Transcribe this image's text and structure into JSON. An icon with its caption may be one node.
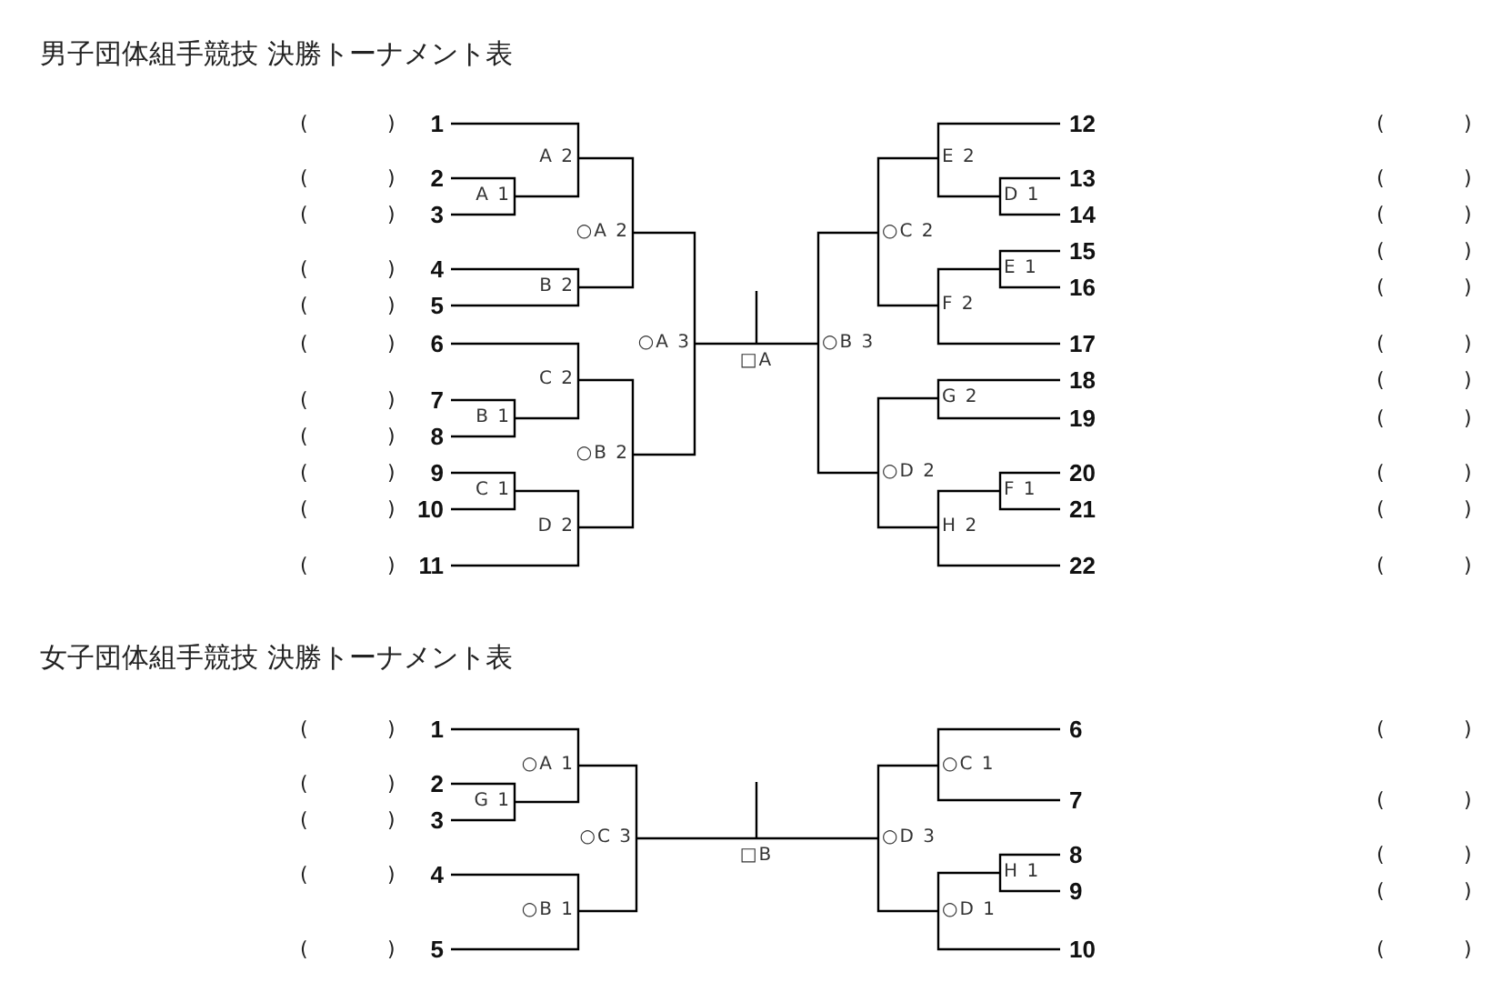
{
  "diagram": {
    "nodes": [
      {
        "text": [
          "1"
        ]
      },
      {
        "text": [
          "2"
        ]
      },
      {
        "text": [
          "3"
        ]
      },
      {
        "text": [
          "4"
        ]
      },
      {
        "text": [
          "5"
        ]
      },
      {
        "text": [
          "6"
        ]
      },
      {
        "text": [
          "7"
        ]
      },
      {
        "text": [
          "8"
        ]
      },
      {
        "text": [
          "9"
        ]
      },
      {
        "text": [
          "10"
        ]
      },
      {
        "text": [
          "11"
        ]
      },
      {
        "text": [
          "A 1"
        ]
      },
      {
        "text": [
          "A 2"
        ]
      },
      {
        "text": [
          "B 2"
        ]
      },
      {
        "text": [
          "○A 2"
        ]
      },
      {
        "text": [
          "B 1"
        ]
      },
      {
        "text": [
          "C 2"
        ]
      },
      {
        "text": [
          "C 1"
        ]
      },
      {
        "text": [
          "D 2"
        ]
      },
      {
        "text": [
          "○B 2"
        ]
      },
      {
        "text": [
          "○A 3"
        ]
      },
      {
        "text": [
          "□A"
        ]
      },
      {
        "text": [
          "○B 3"
        ]
      },
      {
        "text": [
          "○C 2"
        ]
      },
      {
        "text": [
          "E 2"
        ]
      },
      {
        "text": [
          "D 1"
        ]
      },
      {
        "text": [
          "E 1"
        ]
      },
      {
        "text": [
          "F 2"
        ]
      },
      {
        "text": [
          "○D 2"
        ]
      },
      {
        "text": [
          "G 2"
        ]
      },
      {
        "text": [
          "F 1"
        ]
      },
      {
        "text": [
          "H 2"
        ]
      },
      {
        "text": [
          "12"
        ]
      },
      {
        "text": [
          "13"
        ]
      },
      {
        "text": [
          "14"
        ]
      },
      {
        "text": [
          "15"
        ]
      },
      {
        "text": [
          "16"
        ]
      },
      {
        "text": [
          "17"
        ]
      },
      {
        "text": [
          "18"
        ]
      },
      {
        "text": [
          "19"
        ]
      },
      {
        "text": [
          "20"
        ]
      },
      {
        "text": [
          "21"
        ]
      },
      {
        "text": [
          "22"
        ]
      },
      {
        "text": [
          "1"
        ]
      },
      {
        "text": [
          "2"
        ]
      },
      {
        "text": [
          "3"
        ]
      },
      {
        "text": [
          "4"
        ]
      },
      {
        "text": [
          "5"
        ]
      },
      {
        "text": [
          "G 1"
        ]
      },
      {
        "text": [
          "○A 1"
        ]
      },
      {
        "text": [
          "○B 1"
        ]
      },
      {
        "text": [
          "○C 3"
        ]
      },
      {
        "text": [
          "□B"
        ]
      },
      {
        "text": [
          "○D 3"
        ]
      },
      {
        "text": [
          "○C 1"
        ]
      },
      {
        "text": [
          "H 1"
        ]
      },
      {
        "text": [
          "○D 1"
        ]
      },
      {
        "text": [
          "6"
        ]
      },
      {
        "text": [
          "7"
        ]
      },
      {
        "text": [
          "8"
        ]
      },
      {
        "text": [
          "9"
        ]
      },
      {
        "text": [
          "10"
        ]
      }
    ],
    "edges": [
      {
        "from": 0,
        "to": 12,
        "arrow": "none"
      },
      {
        "from": 1,
        "to": 11,
        "arrow": "none"
      },
      {
        "from": 2,
        "to": 11,
        "arrow": "none"
      },
      {
        "from": 11,
        "to": 12,
        "arrow": "none"
      },
      {
        "from": 12,
        "to": 14,
        "arrow": "none"
      },
      {
        "from": 3,
        "to": 13,
        "arrow": "none"
      },
      {
        "from": 4,
        "to": 13,
        "arrow": "none"
      },
      {
        "from": 13,
        "to": 14,
        "arrow": "none"
      },
      {
        "from": 14,
        "to": 20,
        "arrow": "none"
      },
      {
        "from": 5,
        "to": 16,
        "arrow": "none"
      },
      {
        "from": 6,
        "to": 15,
        "arrow": "none"
      },
      {
        "from": 7,
        "to": 15,
        "arrow": "none"
      },
      {
        "from": 15,
        "to": 16,
        "arrow": "none"
      },
      {
        "from": 16,
        "to": 19,
        "arrow": "none"
      },
      {
        "from": 8,
        "to": 17,
        "arrow": "none"
      },
      {
        "from": 9,
        "to": 17,
        "arrow": "none"
      },
      {
        "from": 17,
        "to": 18,
        "arrow": "none"
      },
      {
        "from": 10,
        "to": 18,
        "arrow": "none"
      },
      {
        "from": 18,
        "to": 19,
        "arrow": "none"
      },
      {
        "from": 19,
        "to": 20,
        "arrow": "none"
      },
      {
        "from": 20,
        "to": 21,
        "arrow": "none"
      },
      {
        "from": null,
        "to": 21,
        "arrow": "none"
      },
      {
        "from": 22,
        "to": 21,
        "arrow": "none"
      },
      {
        "from": 23,
        "to": 22,
        "arrow": "none"
      },
      {
        "from": 28,
        "to": 22,
        "arrow": "none"
      },
      {
        "from": 24,
        "to": 23,
        "arrow": "none"
      },
      {
        "from": 27,
        "to": 23,
        "arrow": "none"
      },
      {
        "from": 32,
        "to": 24,
        "arrow": "none"
      },
      {
        "from": 25,
        "to": 24,
        "arrow": "none"
      },
      {
        "from": 33,
        "to": 25,
        "arrow": "none"
      },
      {
        "from": 34,
        "to": 25,
        "arrow": "none"
      },
      {
        "from": 35,
        "to": 26,
        "arrow": "none"
      },
      {
        "from": 36,
        "to": 26,
        "arrow": "none"
      },
      {
        "from": 26,
        "to": 27,
        "arrow": "none"
      },
      {
        "from": 37,
        "to": 27,
        "arrow": "none"
      },
      {
        "from": 29,
        "to": 28,
        "arrow": "none"
      },
      {
        "from": 31,
        "to": 28,
        "arrow": "none"
      },
      {
        "from": 38,
        "to": 29,
        "arrow": "none"
      },
      {
        "from": 39,
        "to": 29,
        "arrow": "none"
      },
      {
        "from": 40,
        "to": 30,
        "arrow": "none"
      },
      {
        "from": 41,
        "to": 30,
        "arrow": "none"
      },
      {
        "from": 30,
        "to": 31,
        "arrow": "none"
      },
      {
        "from": 42,
        "to": 31,
        "arrow": "none"
      },
      {
        "from": 43,
        "to": 49,
        "arrow": "none"
      },
      {
        "from": 44,
        "to": 48,
        "arrow": "none"
      },
      {
        "from": 45,
        "to": 48,
        "arrow": "none"
      },
      {
        "from": 48,
        "to": 49,
        "arrow": "none"
      },
      {
        "from": 49,
        "to": 51,
        "arrow": "none"
      },
      {
        "from": 46,
        "to": 50,
        "arrow": "none"
      },
      {
        "from": 47,
        "to": 50,
        "arrow": "none"
      },
      {
        "from": 50,
        "to": 51,
        "arrow": "none"
      },
      {
        "from": 51,
        "to": 52,
        "arrow": "none"
      },
      {
        "from": null,
        "to": 52,
        "arrow": "none"
      },
      {
        "from": 53,
        "to": 52,
        "arrow": "none"
      },
      {
        "from": 54,
        "to": 53,
        "arrow": "none"
      },
      {
        "from": 56,
        "to": 53,
        "arrow": "none"
      },
      {
        "from": 57,
        "to": 54,
        "arrow": "none"
      },
      {
        "from": 58,
        "to": 54,
        "arrow": "none"
      },
      {
        "from": 59,
        "to": 55,
        "arrow": "none"
      },
      {
        "from": 60,
        "to": 55,
        "arrow": "none"
      },
      {
        "from": 55,
        "to": 56,
        "arrow": "none"
      },
      {
        "from": 61,
        "to": 56,
        "arrow": "none"
      }
    ],
    "labels": [
      "男子団体組手競技 決勝トーナメント表",
      "(",
      ")",
      "(",
      ")",
      "(",
      ")",
      "(",
      ")",
      "(",
      ")",
      "(",
      ")",
      "(",
      ")",
      "(",
      ")",
      "(",
      ")",
      "(",
      ")",
      "(",
      ")",
      "(",
      ")",
      "(",
      ")",
      "(",
      ")",
      "(",
      ")",
      "(",
      ")",
      "(",
      ")",
      "(",
      ")",
      "(",
      ")",
      "(",
      ")",
      "(",
      ")",
      "(",
      ")",
      "女子団体組手競技 決勝トーナメント表",
      "(",
      ")",
      "(",
      ")",
      "(",
      ")",
      "(",
      ")",
      "(",
      ")",
      "(",
      ")",
      "(",
      ")",
      "(",
      ")",
      "(",
      ")",
      "(",
      ")"
    ]
  }
}
